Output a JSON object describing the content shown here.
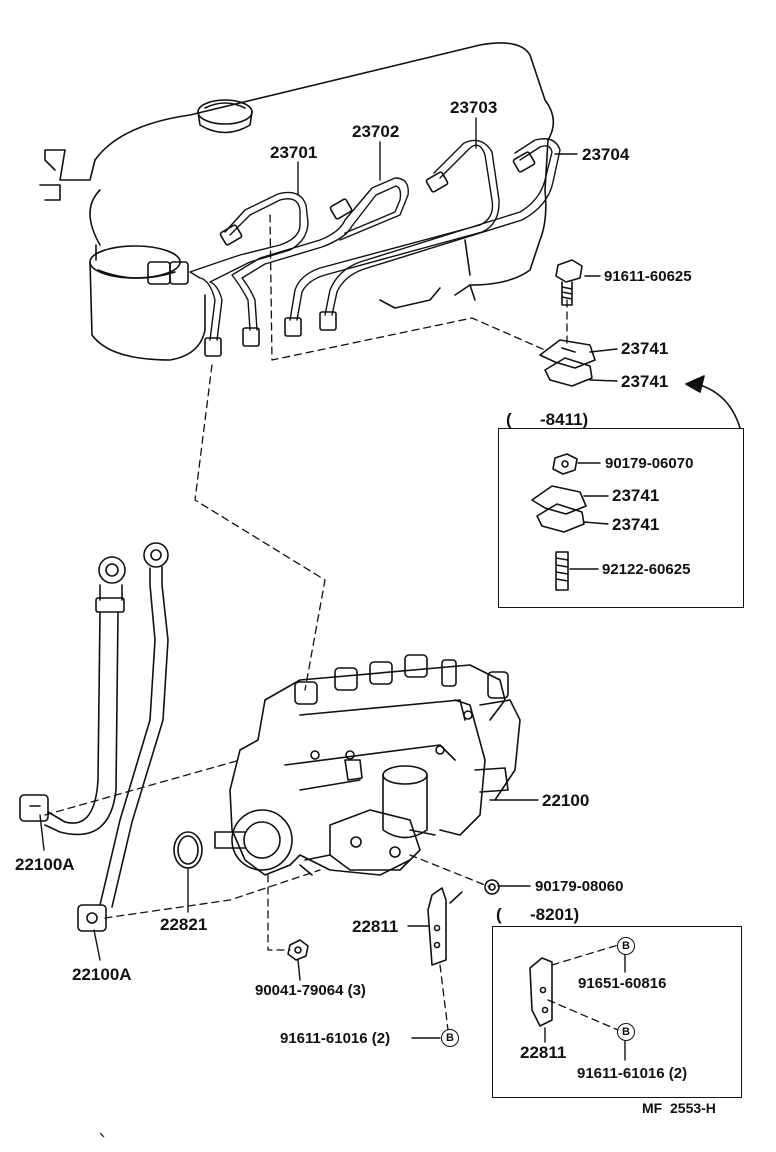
{
  "labels": {
    "p23701": "23701",
    "p23702": "23702",
    "p23703": "23703",
    "p23704": "23704",
    "p91611_60625": "91611-60625",
    "p23741_a": "23741",
    "p23741_b": "23741",
    "box1_range": "(      -8411)",
    "p90179_06070": "90179-06070",
    "p23741_c": "23741",
    "p23741_d": "23741",
    "p92122_60625": "92122-60625",
    "p22100": "22100",
    "p22100A_a": "22100A",
    "p22100A_b": "22100A",
    "p22821": "22821",
    "p90179_08060": "90179-08060",
    "box2_range": "(      -8201)",
    "p22811_a": "22811",
    "p91651_60816": "91651-60816",
    "p22811_b": "22811",
    "p91611_61016_box": "91611-61016 (2)",
    "p90041_79064": "90041-79064 (3)",
    "p91611_61016": "91611-61016 (2)",
    "footer": "MF  2553-H"
  },
  "badges": {
    "b1": "B",
    "b2": "B",
    "b3": "B"
  }
}
